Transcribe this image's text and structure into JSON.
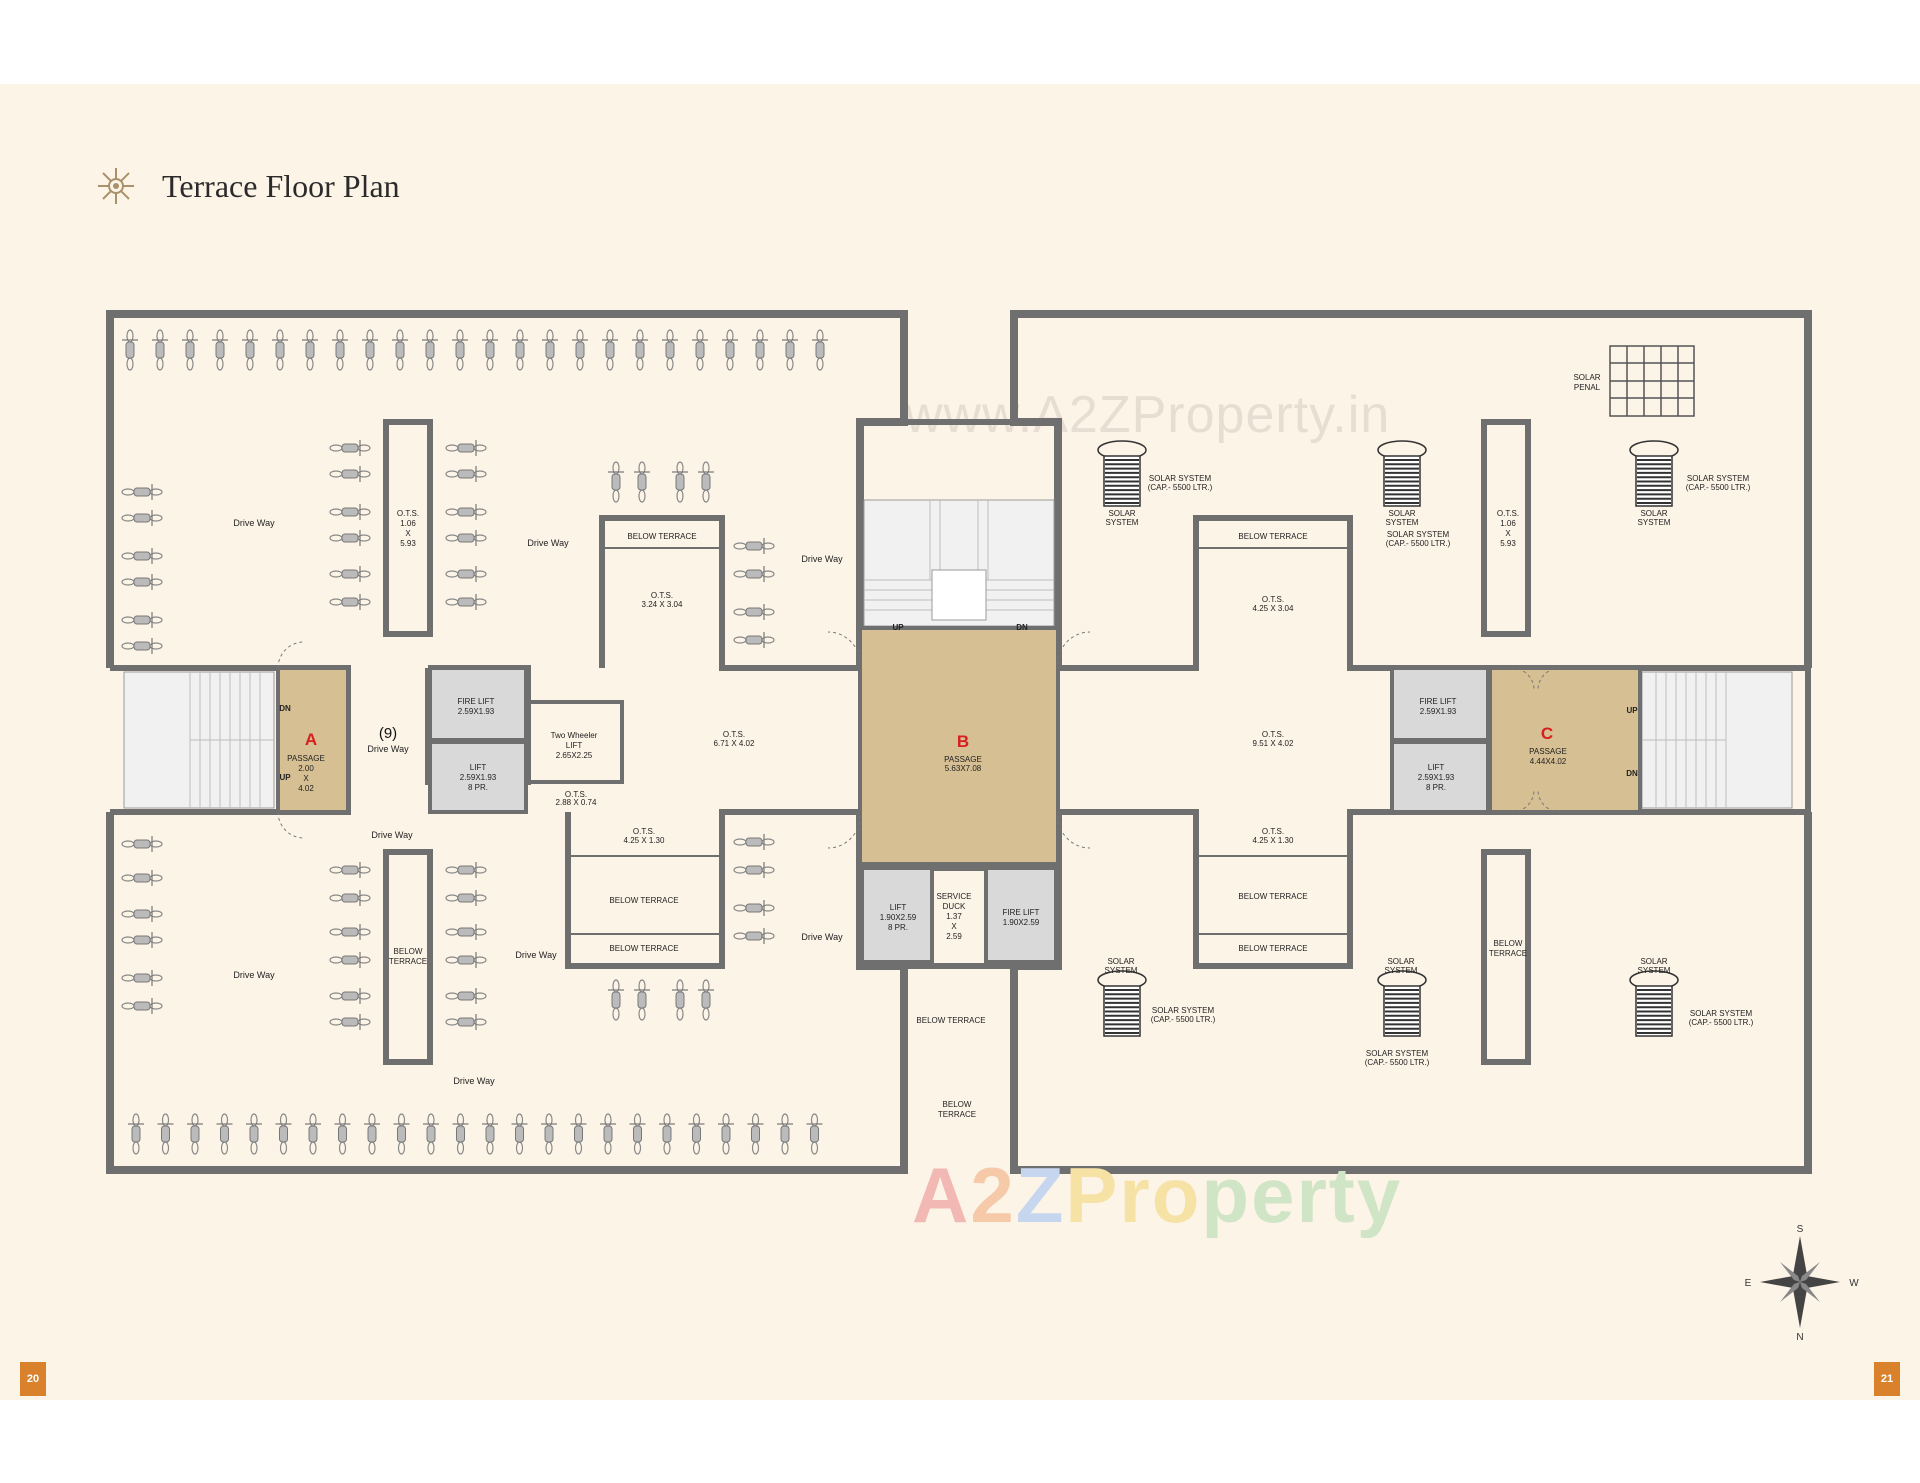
{
  "page": {
    "title": "Terrace Floor Plan",
    "page_left": "20",
    "page_right": "21"
  },
  "watermark": {
    "url": "www.A2ZProperty.in",
    "logo": [
      "A",
      "2",
      "Z",
      "Pro",
      "perty"
    ]
  },
  "compass": {
    "n": "N",
    "s": "S",
    "e": "E",
    "w": "W"
  },
  "labels": {
    "below_terrace": "BELOW TERRACE",
    "below": "BELOW",
    "terrace": "TERRACE",
    "drive_way": "Drive Way",
    "drive_way_count": "(9)",
    "up": "UP",
    "dn": "DN",
    "passage": "PASSAGE",
    "fire_lift": "FIRE LIFT",
    "lift": "LIFT",
    "eight_pr": "8 PR.",
    "solar_penal_1": "SOLAR",
    "solar_penal_2": "PENAL",
    "solar_system": "SOLAR",
    "system": "SYSTEM",
    "solar_system_full": "SOLAR SYSTEM",
    "solar_cap": "(CAP.- 5500 LTR.)",
    "ots": "O.T.S.",
    "two_wheeler_1": "Two Wheeler",
    "two_wheeler_2": "LIFT",
    "two_wheeler_3": "2.65X2.25",
    "service_duck_1": "SERVICE",
    "service_duck_2": "DUCK",
    "service_duck_3": "1.37",
    "service_duck_4": "X",
    "service_duck_5": "2.59"
  },
  "cores": {
    "A": {
      "letter": "A",
      "dims": [
        "2.00",
        "X",
        "4.02"
      ]
    },
    "B": {
      "letter": "B",
      "dims": [
        "5.63X7.08"
      ]
    },
    "C": {
      "letter": "C",
      "dims": [
        "4.44X4.02"
      ]
    }
  },
  "dims": {
    "fire_lift_left": "2.59X1.93",
    "lift_left": "2.59X1.93",
    "fire_lift_right": "2.59X1.93",
    "lift_right": "2.59X1.93",
    "lift_b": "1.90X2.59",
    "fire_lift_b": "1.90X2.59",
    "ots_small_w": "1.06",
    "ots_small_x": "X",
    "ots_small_h": "5.93",
    "ots_l_top": "3.24 X 3.04",
    "ots_l_mid": "6.71 X 4.02",
    "ots_l_bot": "4.25 X 1.30",
    "ots_l_tiny": "2.88 X 0.74",
    "ots_r_top": "4.25 X 3.04",
    "ots_r_mid": "9.51 X 4.02",
    "ots_r_bot": "4.25 X 1.30"
  },
  "colors": {
    "wall": "#6f6f6f",
    "core": "#d6bf93",
    "lift": "#d9d9d9",
    "stair": "#f1f1f1",
    "accent_red": "#d62020",
    "page_tab": "#d9822b"
  }
}
